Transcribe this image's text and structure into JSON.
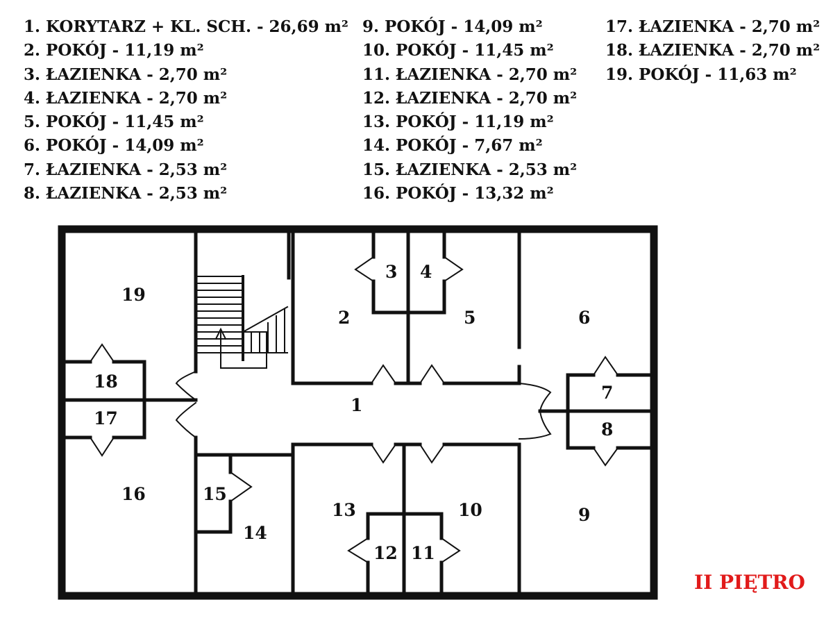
{
  "legend": {
    "columns": [
      [
        {
          "num": "1.",
          "text": "KORYTARZ + KL. SCH. - 26,69 m²"
        },
        {
          "num": "2.",
          "text": "POKÓJ - 11,19 m²"
        },
        {
          "num": "3.",
          "text": "ŁAZIENKA - 2,70 m²"
        },
        {
          "num": "4.",
          "text": "ŁAZIENKA - 2,70 m²"
        },
        {
          "num": "5.",
          "text": "POKÓJ - 11,45  m²"
        },
        {
          "num": "6.",
          "text": "POKÓJ - 14,09 m²"
        },
        {
          "num": "7.",
          "text": "ŁAZIENKA - 2,53 m²"
        },
        {
          "num": "8.",
          "text": "ŁAZIENKA - 2,53 m²"
        }
      ],
      [
        {
          "num": "9.",
          "text": "POKÓJ - 14,09 m²"
        },
        {
          "num": "10.",
          "text": "POKÓJ - 11,45 m²"
        },
        {
          "num": "11.",
          "text": "ŁAZIENKA - 2,70 m²"
        },
        {
          "num": "12.",
          "text": "ŁAZIENKA - 2,70 m²"
        },
        {
          "num": "13.",
          "text": "POKÓJ - 11,19 m²"
        },
        {
          "num": "14.",
          "text": "POKÓJ - 7,67 m²"
        },
        {
          "num": "15.",
          "text": "ŁAZIENKA - 2,53 m²"
        },
        {
          "num": "16.",
          "text": "POKÓJ - 13,32 m²"
        }
      ],
      [
        {
          "num": "17.",
          "text": "ŁAZIENKA - 2,70 m²"
        },
        {
          "num": "18.",
          "text": "ŁAZIENKA - 2,70 m²"
        },
        {
          "num": "19.",
          "text": "POKÓJ - 11,63 m²"
        }
      ]
    ]
  },
  "rooms": [
    "1",
    "2",
    "3",
    "4",
    "5",
    "6",
    "7",
    "8",
    "9",
    "10",
    "11",
    "12",
    "13",
    "14",
    "15",
    "16",
    "17",
    "18",
    "19"
  ],
  "floor_label": "II PIĘTRO",
  "colors": {
    "walls": "#111111",
    "floor_label": "#e11a1a"
  }
}
